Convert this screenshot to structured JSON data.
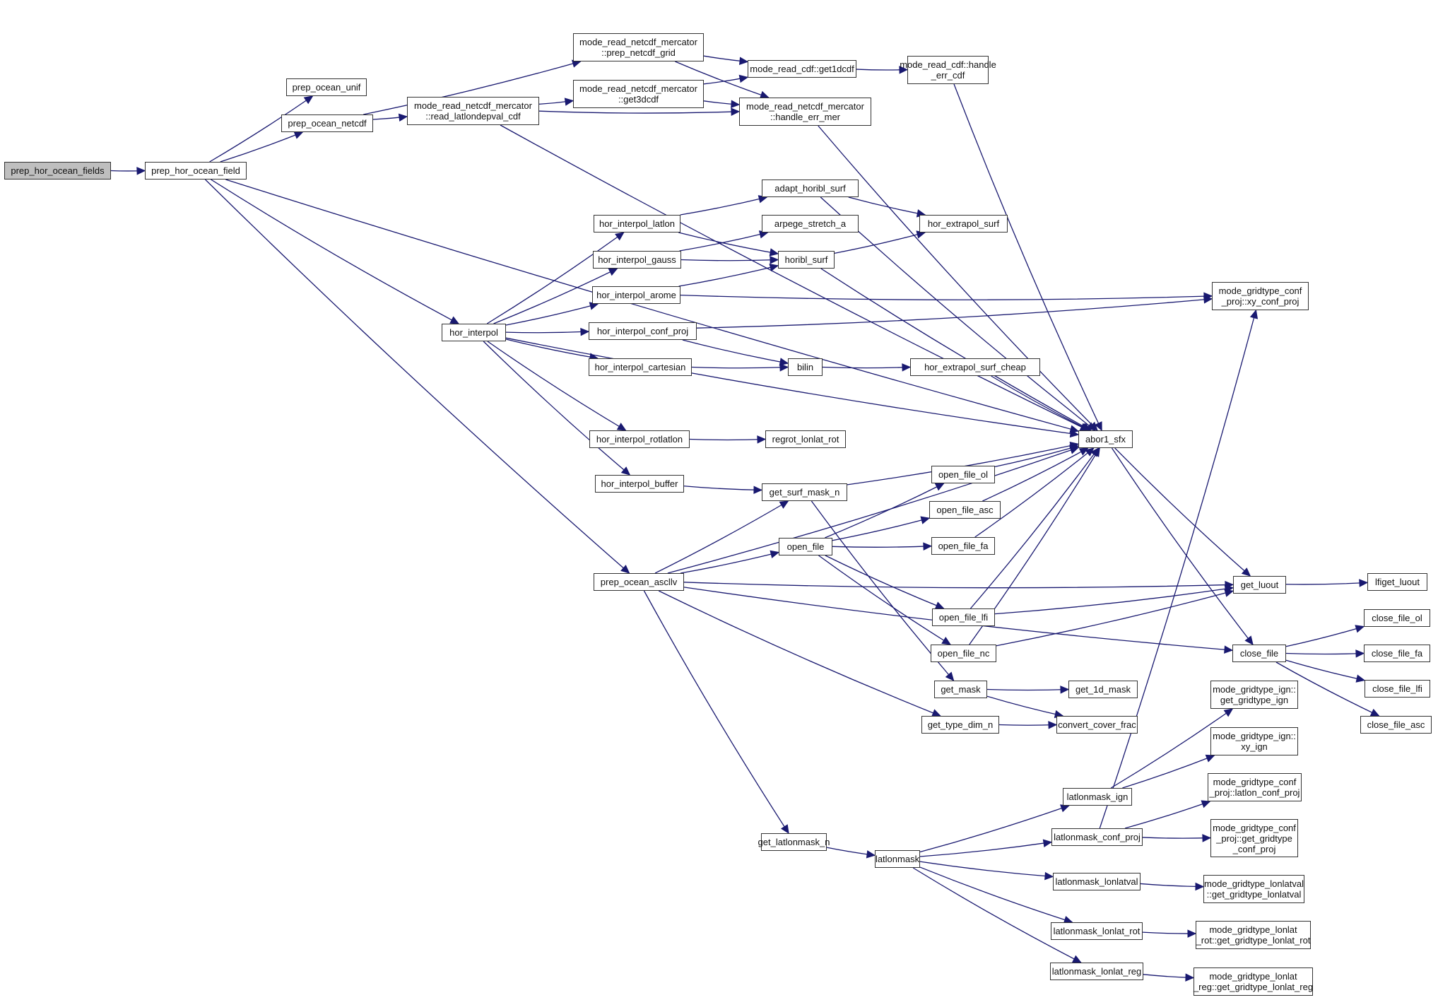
{
  "graph": {
    "type": "call-graph",
    "root": "prep_hor_ocean_fields",
    "colors": {
      "edge": "#191970",
      "node_border": "#333333",
      "root_fill": "#bfbfbf",
      "node_fill": "#ffffff"
    },
    "nodes": [
      {
        "id": "prep_hor_ocean_fields",
        "label": "prep_hor_ocean_fields"
      },
      {
        "id": "prep_hor_ocean_field",
        "label": "prep_hor_ocean_field"
      },
      {
        "id": "prep_ocean_unif",
        "label": "prep_ocean_unif"
      },
      {
        "id": "prep_ocean_netcdf",
        "label": "prep_ocean_netcdf"
      },
      {
        "id": "read_latlondepval_cdf",
        "label": "mode_read_netcdf_mercator\n::read_latlondepval_cdf"
      },
      {
        "id": "prep_netcdf_grid",
        "label": "mode_read_netcdf_mercator\n::prep_netcdf_grid"
      },
      {
        "id": "get3dcdf",
        "label": "mode_read_netcdf_mercator\n::get3dcdf"
      },
      {
        "id": "get1dcdf",
        "label": "mode_read_cdf::get1dcdf"
      },
      {
        "id": "handle_err_cdf",
        "label": "mode_read_cdf::handle\n_err_cdf"
      },
      {
        "id": "handle_err_mer",
        "label": "mode_read_netcdf_mercator\n::handle_err_mer"
      },
      {
        "id": "hor_interpol",
        "label": "hor_interpol"
      },
      {
        "id": "hor_interpol_latlon",
        "label": "hor_interpol_latlon"
      },
      {
        "id": "hor_interpol_gauss",
        "label": "hor_interpol_gauss"
      },
      {
        "id": "hor_interpol_arome",
        "label": "hor_interpol_arome"
      },
      {
        "id": "hor_interpol_conf_proj",
        "label": "hor_interpol_conf_proj"
      },
      {
        "id": "hor_interpol_cartesian",
        "label": "hor_interpol_cartesian"
      },
      {
        "id": "hor_interpol_rotlatlon",
        "label": "hor_interpol_rotlatlon"
      },
      {
        "id": "hor_interpol_buffer",
        "label": "hor_interpol_buffer"
      },
      {
        "id": "adapt_horibl_surf",
        "label": "adapt_horibl_surf"
      },
      {
        "id": "arpege_stretch_a",
        "label": "arpege_stretch_a"
      },
      {
        "id": "horibl_surf",
        "label": "horibl_surf"
      },
      {
        "id": "hor_extrapol_surf",
        "label": "hor_extrapol_surf"
      },
      {
        "id": "bilin",
        "label": "bilin"
      },
      {
        "id": "hor_extrapol_surf_cheap",
        "label": "hor_extrapol_surf_cheap"
      },
      {
        "id": "regrot_lonlat_rot",
        "label": "regrot_lonlat_rot"
      },
      {
        "id": "xy_conf_proj",
        "label": "mode_gridtype_conf\n_proj::xy_conf_proj"
      },
      {
        "id": "abor1_sfx",
        "label": "abor1_sfx"
      },
      {
        "id": "get_surf_mask_n",
        "label": "get_surf_mask_n"
      },
      {
        "id": "prep_ocean_ascllv",
        "label": "prep_ocean_ascllv"
      },
      {
        "id": "open_file",
        "label": "open_file"
      },
      {
        "id": "open_file_ol",
        "label": "open_file_ol"
      },
      {
        "id": "open_file_asc",
        "label": "open_file_asc"
      },
      {
        "id": "open_file_fa",
        "label": "open_file_fa"
      },
      {
        "id": "open_file_lfi",
        "label": "open_file_lfi"
      },
      {
        "id": "open_file_nc",
        "label": "open_file_nc"
      },
      {
        "id": "get_luout",
        "label": "get_luout"
      },
      {
        "id": "lfiget_luout",
        "label": "lfiget_luout"
      },
      {
        "id": "close_file",
        "label": "close_file"
      },
      {
        "id": "close_file_ol",
        "label": "close_file_ol"
      },
      {
        "id": "close_file_fa",
        "label": "close_file_fa"
      },
      {
        "id": "close_file_lfi",
        "label": "close_file_lfi"
      },
      {
        "id": "close_file_asc",
        "label": "close_file_asc"
      },
      {
        "id": "get_mask",
        "label": "get_mask"
      },
      {
        "id": "get_1d_mask",
        "label": "get_1d_mask"
      },
      {
        "id": "get_type_dim_n",
        "label": "get_type_dim_n"
      },
      {
        "id": "convert_cover_frac",
        "label": "convert_cover_frac"
      },
      {
        "id": "get_gridtype_ign",
        "label": "mode_gridtype_ign::\nget_gridtype_ign"
      },
      {
        "id": "xy_ign",
        "label": "mode_gridtype_ign::\nxy_ign"
      },
      {
        "id": "latlon_conf_proj",
        "label": "mode_gridtype_conf\n_proj::latlon_conf_proj"
      },
      {
        "id": "get_gridtype_conf_proj",
        "label": "mode_gridtype_conf\n_proj::get_gridtype\n_conf_proj"
      },
      {
        "id": "get_gridtype_lonlatval",
        "label": "mode_gridtype_lonlatval\n::get_gridtype_lonlatval"
      },
      {
        "id": "get_gridtype_lonlat_rot",
        "label": "mode_gridtype_lonlat\n_rot::get_gridtype_lonlat_rot"
      },
      {
        "id": "get_gridtype_lonlat_reg",
        "label": "mode_gridtype_lonlat\n_reg::get_gridtype_lonlat_reg"
      },
      {
        "id": "get_latlonmask_n",
        "label": "get_latlonmask_n"
      },
      {
        "id": "latlonmask",
        "label": "latlonmask"
      },
      {
        "id": "latlonmask_ign",
        "label": "latlonmask_ign"
      },
      {
        "id": "latlonmask_conf_proj",
        "label": "latlonmask_conf_proj"
      },
      {
        "id": "latlonmask_lonlatval",
        "label": "latlonmask_lonlatval"
      },
      {
        "id": "latlonmask_lonlat_rot",
        "label": "latlonmask_lonlat_rot"
      },
      {
        "id": "latlonmask_lonlat_reg",
        "label": "latlonmask_lonlat_reg"
      }
    ],
    "edges": [
      [
        "prep_hor_ocean_fields",
        "prep_hor_ocean_field"
      ],
      [
        "prep_hor_ocean_field",
        "prep_ocean_unif"
      ],
      [
        "prep_hor_ocean_field",
        "prep_ocean_netcdf"
      ],
      [
        "prep_hor_ocean_field",
        "abor1_sfx"
      ],
      [
        "prep_hor_ocean_field",
        "hor_interpol"
      ],
      [
        "prep_hor_ocean_field",
        "prep_ocean_ascllv"
      ],
      [
        "prep_ocean_netcdf",
        "read_latlondepval_cdf"
      ],
      [
        "prep_ocean_netcdf",
        "prep_netcdf_grid"
      ],
      [
        "read_latlondepval_cdf",
        "get3dcdf"
      ],
      [
        "read_latlondepval_cdf",
        "handle_err_mer"
      ],
      [
        "read_latlondepval_cdf",
        "abor1_sfx"
      ],
      [
        "prep_netcdf_grid",
        "get1dcdf"
      ],
      [
        "prep_netcdf_grid",
        "handle_err_mer"
      ],
      [
        "get3dcdf",
        "get1dcdf"
      ],
      [
        "get3dcdf",
        "handle_err_mer"
      ],
      [
        "get1dcdf",
        "handle_err_cdf"
      ],
      [
        "handle_err_cdf",
        "abor1_sfx"
      ],
      [
        "handle_err_mer",
        "abor1_sfx"
      ],
      [
        "hor_interpol",
        "hor_interpol_latlon"
      ],
      [
        "hor_interpol",
        "hor_interpol_gauss"
      ],
      [
        "hor_interpol",
        "hor_interpol_arome"
      ],
      [
        "hor_interpol",
        "hor_interpol_conf_proj"
      ],
      [
        "hor_interpol",
        "hor_interpol_cartesian"
      ],
      [
        "hor_interpol",
        "hor_interpol_rotlatlon"
      ],
      [
        "hor_interpol",
        "hor_interpol_buffer"
      ],
      [
        "hor_interpol",
        "abor1_sfx"
      ],
      [
        "hor_interpol_latlon",
        "adapt_horibl_surf"
      ],
      [
        "hor_interpol_latlon",
        "horibl_surf"
      ],
      [
        "hor_interpol_gauss",
        "arpege_stretch_a"
      ],
      [
        "hor_interpol_gauss",
        "horibl_surf"
      ],
      [
        "hor_interpol_arome",
        "horibl_surf"
      ],
      [
        "hor_interpol_arome",
        "xy_conf_proj"
      ],
      [
        "hor_interpol_conf_proj",
        "xy_conf_proj"
      ],
      [
        "hor_interpol_conf_proj",
        "bilin"
      ],
      [
        "hor_interpol_cartesian",
        "bilin"
      ],
      [
        "hor_interpol_rotlatlon",
        "regrot_lonlat_rot"
      ],
      [
        "hor_interpol_buffer",
        "get_surf_mask_n"
      ],
      [
        "adapt_horibl_surf",
        "hor_extrapol_surf"
      ],
      [
        "adapt_horibl_surf",
        "abor1_sfx"
      ],
      [
        "horibl_surf",
        "hor_extrapol_surf"
      ],
      [
        "horibl_surf",
        "abor1_sfx"
      ],
      [
        "bilin",
        "hor_extrapol_surf_cheap"
      ],
      [
        "hor_extrapol_surf_cheap",
        "abor1_sfx"
      ],
      [
        "get_surf_mask_n",
        "abor1_sfx"
      ],
      [
        "get_surf_mask_n",
        "get_mask"
      ],
      [
        "prep_ocean_ascllv",
        "get_surf_mask_n"
      ],
      [
        "prep_ocean_ascllv",
        "open_file"
      ],
      [
        "prep_ocean_ascllv",
        "abor1_sfx"
      ],
      [
        "prep_ocean_ascllv",
        "get_luout"
      ],
      [
        "prep_ocean_ascllv",
        "close_file"
      ],
      [
        "prep_ocean_ascllv",
        "get_type_dim_n"
      ],
      [
        "prep_ocean_ascllv",
        "get_latlonmask_n"
      ],
      [
        "open_file",
        "open_file_ol"
      ],
      [
        "open_file",
        "open_file_asc"
      ],
      [
        "open_file",
        "open_file_fa"
      ],
      [
        "open_file",
        "open_file_lfi"
      ],
      [
        "open_file",
        "open_file_nc"
      ],
      [
        "open_file_ol",
        "abor1_sfx"
      ],
      [
        "open_file_asc",
        "abor1_sfx"
      ],
      [
        "open_file_fa",
        "abor1_sfx"
      ],
      [
        "open_file_lfi",
        "abor1_sfx"
      ],
      [
        "open_file_lfi",
        "get_luout"
      ],
      [
        "open_file_nc",
        "abor1_sfx"
      ],
      [
        "open_file_nc",
        "get_luout"
      ],
      [
        "abor1_sfx",
        "get_luout"
      ],
      [
        "abor1_sfx",
        "close_file"
      ],
      [
        "get_luout",
        "lfiget_luout"
      ],
      [
        "close_file",
        "close_file_ol"
      ],
      [
        "close_file",
        "close_file_fa"
      ],
      [
        "close_file",
        "close_file_lfi"
      ],
      [
        "close_file",
        "close_file_asc"
      ],
      [
        "get_mask",
        "get_1d_mask"
      ],
      [
        "get_mask",
        "convert_cover_frac"
      ],
      [
        "get_type_dim_n",
        "convert_cover_frac"
      ],
      [
        "get_latlonmask_n",
        "latlonmask"
      ],
      [
        "latlonmask",
        "latlonmask_ign"
      ],
      [
        "latlonmask",
        "latlonmask_conf_proj"
      ],
      [
        "latlonmask",
        "latlonmask_lonlatval"
      ],
      [
        "latlonmask",
        "latlonmask_lonlat_rot"
      ],
      [
        "latlonmask",
        "latlonmask_lonlat_reg"
      ],
      [
        "latlonmask_ign",
        "get_gridtype_ign"
      ],
      [
        "latlonmask_ign",
        "xy_ign"
      ],
      [
        "latlonmask_conf_proj",
        "latlon_conf_proj"
      ],
      [
        "latlonmask_conf_proj",
        "get_gridtype_conf_proj"
      ],
      [
        "latlonmask_conf_proj",
        "xy_conf_proj"
      ],
      [
        "latlonmask_lonlatval",
        "get_gridtype_lonlatval"
      ],
      [
        "latlonmask_lonlat_rot",
        "get_gridtype_lonlat_rot"
      ],
      [
        "latlonmask_lonlat_reg",
        "get_gridtype_lonlat_reg"
      ]
    ]
  }
}
